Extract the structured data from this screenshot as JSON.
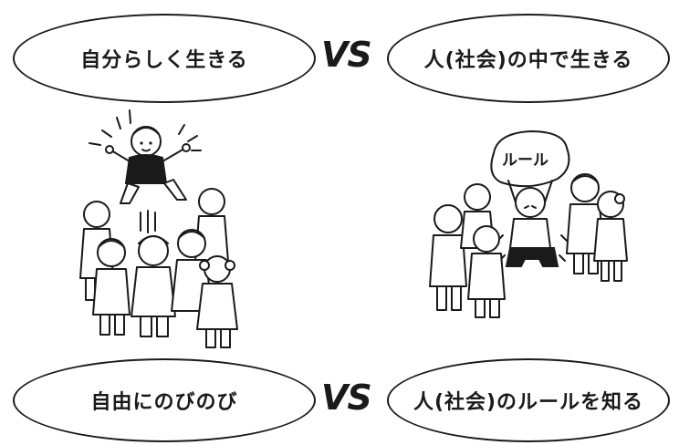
{
  "comparisons": {
    "top": {
      "left_label": "自分らしく生きる",
      "vs_label": "VS",
      "right_label": "人(社会)の中で生きる"
    },
    "bottom": {
      "left_label": "自由にのびのび",
      "vs_label": "VS",
      "right_label": "人(社会)のルールを知る"
    }
  },
  "illustrations": {
    "left": {
      "icon": "jumping-child-with-group-icon"
    },
    "right": {
      "icon": "child-carrying-rule-rock-icon",
      "rock_label": "ルール"
    }
  },
  "colors": {
    "ink": "#1a1a1a",
    "background": "#ffffff"
  }
}
